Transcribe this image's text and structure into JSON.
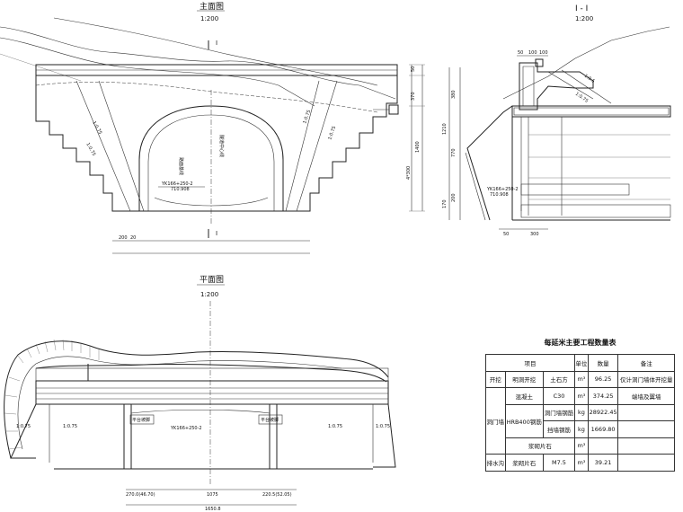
{
  "front_view": {
    "title": "主面图",
    "scale": "1:200",
    "section_mark": "I",
    "slope_labels": [
      "1:0.75",
      "1:0.75",
      "1:0.75",
      "1:0.75"
    ],
    "dims_right": [
      "50",
      "370",
      "1400",
      "4*300"
    ],
    "bottom_dims": [
      "200",
      "20"
    ],
    "portal_texts": [
      "路面基线",
      "隧道中心线"
    ],
    "station": "YK166+250-2",
    "elev": "710.908"
  },
  "section_view": {
    "title": "I - I",
    "scale": "1:200",
    "top_dims": [
      "50",
      "100",
      "100"
    ],
    "slope_labels": [
      "1:0.5",
      "1:0.75"
    ],
    "dims_left": [
      "380",
      "1210",
      "770",
      "200",
      "170"
    ],
    "station": "YK166+250-2",
    "elev": "710.908",
    "bottom_dims": [
      "50",
      "300"
    ]
  },
  "plan_view": {
    "title": "平面图",
    "scale": "1:200",
    "slope_labels": [
      "1:0.75",
      "1:0.75",
      "1:0.75",
      "1:0.75"
    ],
    "labels": [
      "平台坡脚",
      "平台坡脚"
    ],
    "station": "YK166+250-2",
    "bottom_dims": [
      "270.0(46.70)",
      "1075",
      "220.5(52.05)"
    ],
    "total": "1650.8"
  },
  "quantity_table": {
    "title": "每延米主要工程数量表",
    "header": [
      "项目",
      "单位",
      "数量",
      "备注"
    ],
    "rows": [
      [
        "开挖",
        "明洞开挖",
        "土石方",
        "m³",
        "96.25",
        "仅计洞门墙体开挖量"
      ],
      [
        "洞门墙",
        "混凝土",
        "C30",
        "m³",
        "374.25",
        "端墙及翼墙"
      ],
      [
        "",
        "HRB400钢筋",
        "洞门墙钢筋",
        "kg",
        "28922.45",
        ""
      ],
      [
        "",
        "",
        "挡墙钢筋",
        "kg",
        "1669.80",
        ""
      ],
      [
        "",
        "",
        "浆砌片石",
        "m³",
        "",
        ""
      ],
      [
        "排水沟",
        "浆砌片石",
        "M7.5",
        "m³",
        "39.21",
        ""
      ]
    ]
  }
}
